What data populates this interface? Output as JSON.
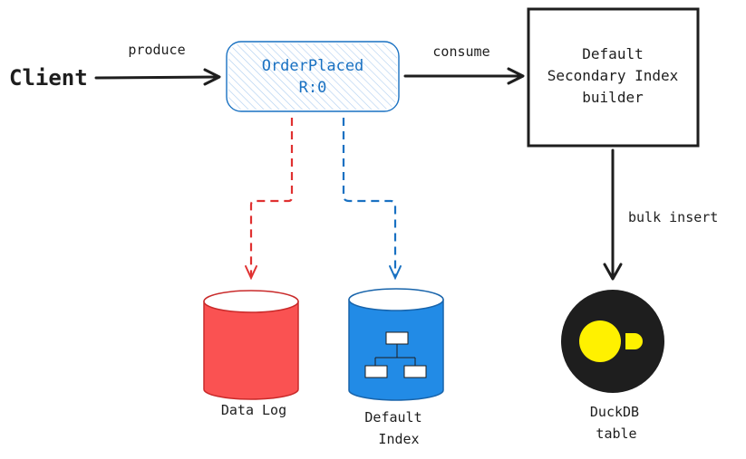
{
  "nodes": {
    "client": {
      "label": "Client"
    },
    "event": {
      "line1": "OrderPlaced",
      "line2": "R:0"
    },
    "builder": {
      "line1": "Default",
      "line2": "Secondary Index",
      "line3": "builder"
    },
    "data_log": {
      "label": "Data Log"
    },
    "default_index": {
      "line1": "Default",
      "line2": "Index"
    },
    "duckdb": {
      "line1": "DuckDB",
      "line2": "table"
    }
  },
  "edges": {
    "produce": "produce",
    "consume": "consume",
    "bulk_insert": "bulk insert"
  },
  "colors": {
    "ink": "#1e1e1e",
    "event_blue": "#1971c2",
    "event_fill": "#e7f1fb",
    "data_log_red": "#fa5252",
    "data_log_dash": "#e03131",
    "index_blue": "#228be6",
    "duck_black": "#1e1e1e",
    "duck_yellow": "#fff100"
  }
}
